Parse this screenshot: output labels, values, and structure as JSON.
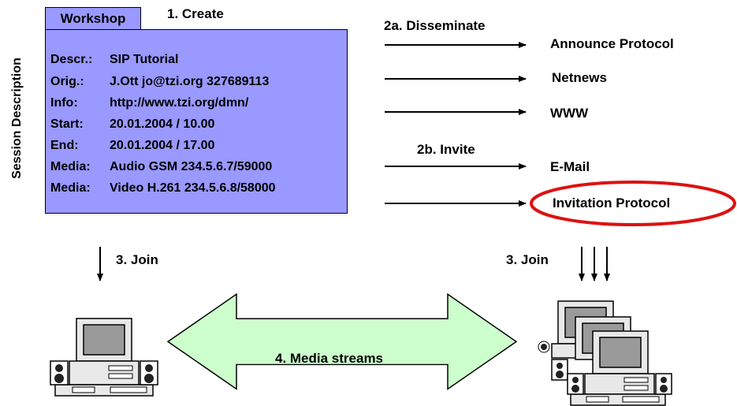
{
  "side_label": "Session Description",
  "workshop": {
    "tab_label": "Workshop",
    "fields": [
      {
        "key": "Descr.:",
        "value": "SIP Tutorial"
      },
      {
        "key": "Orig.:",
        "value": "J.Ott jo@tzi.org 327689113"
      },
      {
        "key": "Info:",
        "value": "http://www.tzi.org/dmn/"
      },
      {
        "key": "Start:",
        "value": "20.01.2004 / 10.00"
      },
      {
        "key": "End:",
        "value": "20.01.2004 / 17.00"
      },
      {
        "key": "Media:",
        "value": "Audio GSM 234.5.6.7/59000"
      },
      {
        "key": "Media:",
        "value": "Video H.261 234.5.6.8/58000"
      }
    ]
  },
  "steps": {
    "create": "1. Create",
    "disseminate": "2a. Disseminate",
    "invite": "2b. Invite",
    "join_left": "3. Join",
    "join_right": "3. Join",
    "media": "4. Media streams"
  },
  "targets": {
    "announce": "Announce Protocol",
    "netnews": "Netnews",
    "www": "WWW",
    "email": "E-Mail",
    "invitation": "Invitation Protocol"
  },
  "colors": {
    "box_fill": "#9999ff",
    "media_arrow_fill": "#ccffcc",
    "highlight_ellipse": "#dd1111"
  }
}
